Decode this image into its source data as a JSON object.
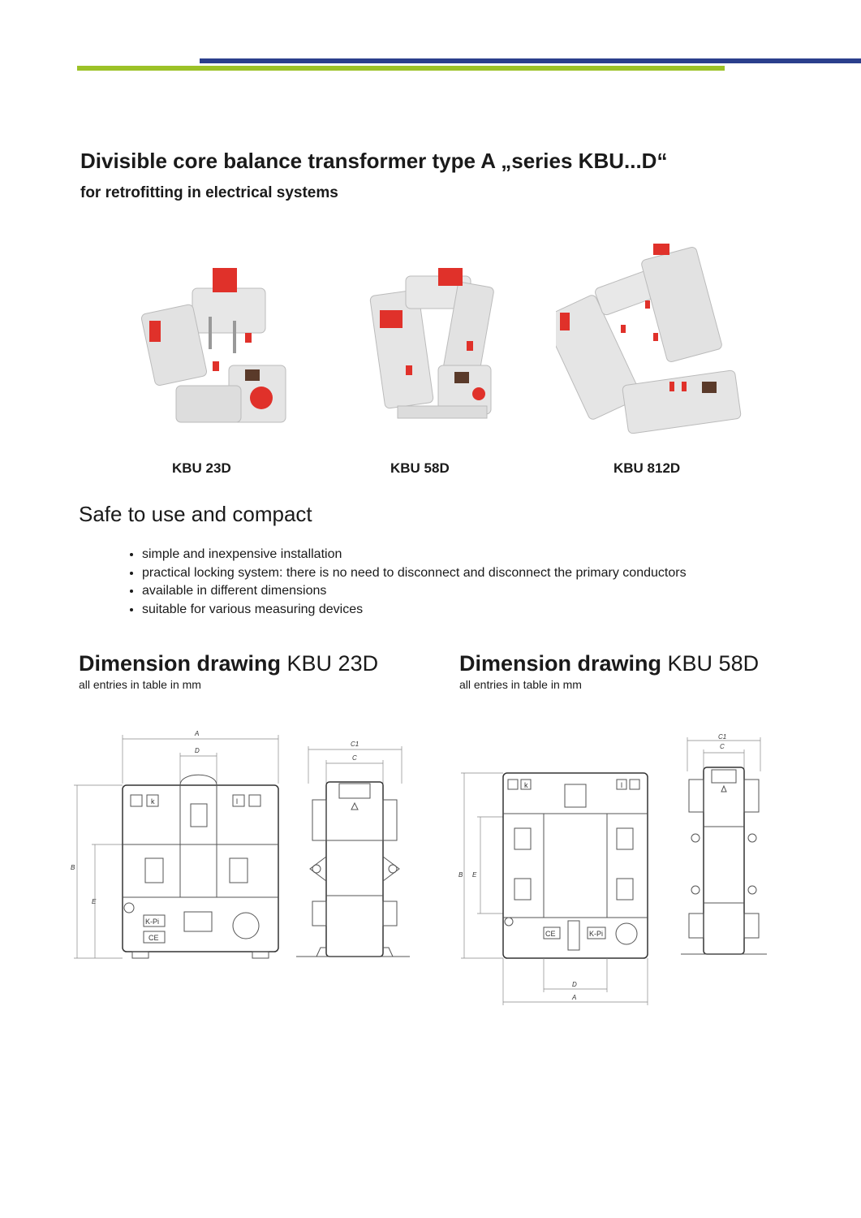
{
  "header": {
    "title": "Divisible core balance transformer type A „series KBU...D“",
    "subtitle": "for retrofitting in electrical systems"
  },
  "products": [
    {
      "label": "KBU 23D"
    },
    {
      "label": "KBU 58D"
    },
    {
      "label": "KBU 812D"
    }
  ],
  "features": {
    "heading": "Safe to use and compact",
    "items": [
      "simple and inexpensive installation",
      "practical locking system: there is no need to disconnect and disconnect the primary conductors",
      "available in different dimensions",
      "suitable for various measuring devices"
    ]
  },
  "drawings": [
    {
      "title_bold": "Dimension drawing",
      "title_model": " KBU 23D",
      "note": "all entries in table in mm",
      "labels": {
        "A": "A",
        "D": "D",
        "B": "B",
        "E": "E",
        "C1": "C1",
        "C": "C",
        "k": "k",
        "l": "l",
        "brand": "K-Pi",
        "ce": "CE"
      }
    },
    {
      "title_bold": "Dimension drawing",
      "title_model": " KBU 58D",
      "note": "all entries in table in mm",
      "labels": {
        "A": "A",
        "D": "D",
        "B": "B",
        "E": "E",
        "C1": "C1",
        "C": "C",
        "k": "k",
        "l": "l",
        "brand": "K-Pi",
        "ce": "CE"
      }
    }
  ],
  "colors": {
    "blue_bar": "#2b3f8c",
    "green_bar": "#9cc227",
    "accent_red": "#e0312a"
  }
}
